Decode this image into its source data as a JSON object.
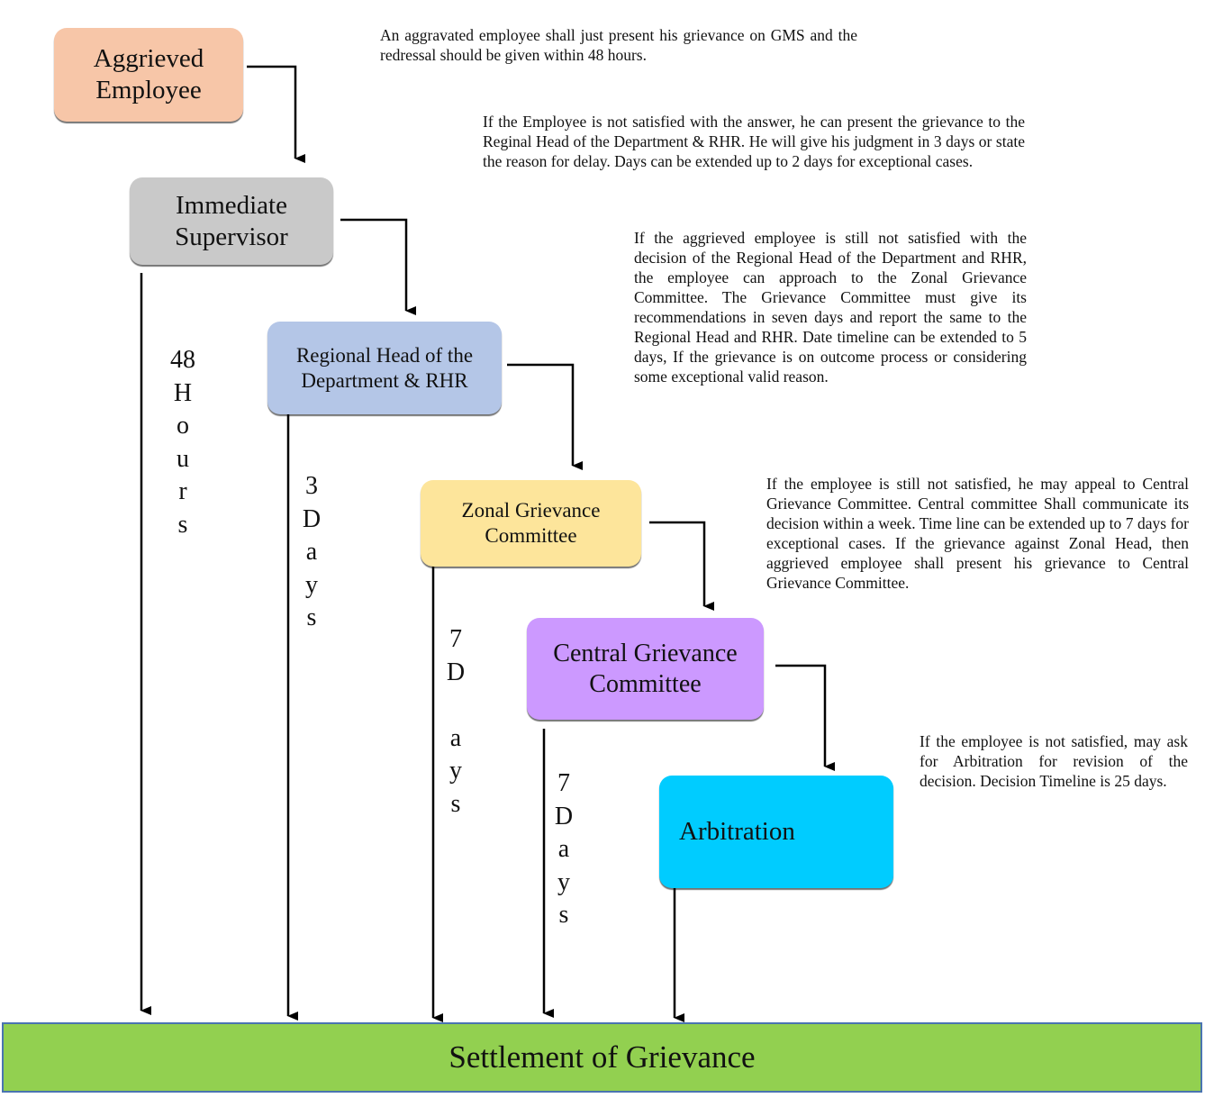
{
  "boxes": {
    "aggrieved": "Aggrieved\nEmployee",
    "supervisor": "Immediate\nSupervisor",
    "regional": "Regional Head of the\nDepartment & RHR",
    "zonal": "Zonal Grievance\nCommittee",
    "central": "Central Grievance\nCommittee",
    "arbitration": "Arbitration",
    "settlement": "Settlement of Grievance"
  },
  "colors": {
    "aggrieved": "#f7c6a8",
    "supervisor": "#c9c9c9",
    "regional": "#b4c6e7",
    "zonal": "#fde59b",
    "central": "#cc99ff",
    "arbitration": "#00ccff",
    "settlement": "#92d050"
  },
  "notes": {
    "n1": "An aggravated employee shall just present his grievance on GMS and the redressal should be given within 48 hours.",
    "n2": "If the Employee is not satisfied with the answer, he can present the grievance to the Reginal Head of the Department & RHR. He will give his judgment in 3 days or state the reason for delay. Days can be extended up to 2 days for exceptional cases.",
    "n3": "If the aggrieved employee is still not satisfied with the decision of the Regional Head of the Department and RHR, the employee can approach to the Zonal Grievance Committee. The Grievance Committee must give its recommendations in seven days and report the same to the Regional Head and RHR. Date timeline can be extended to 5 days, If the grievance is on outcome process or considering some exceptional valid reason.",
    "n4": "If the employee is still not satisfied, he may appeal to Central Grievance Committee. Central committee Shall communicate its decision within a week. Time line can be extended up to 7 days for exceptional cases. If the grievance against Zonal Head, then aggrieved employee shall present his grievance to Central Grievance Committee.",
    "n5": "If the employee is not satisfied, may ask for Arbitration for revision of the decision. Decision Timeline is 25 days."
  },
  "timelines": {
    "supervisor": "48\nH\no\nu\nr\ns",
    "regional": "3\nD\na\ny\ns",
    "zonal": "7\nD\n\na\ny\ns",
    "central": "7\nD\na\ny\ns"
  }
}
